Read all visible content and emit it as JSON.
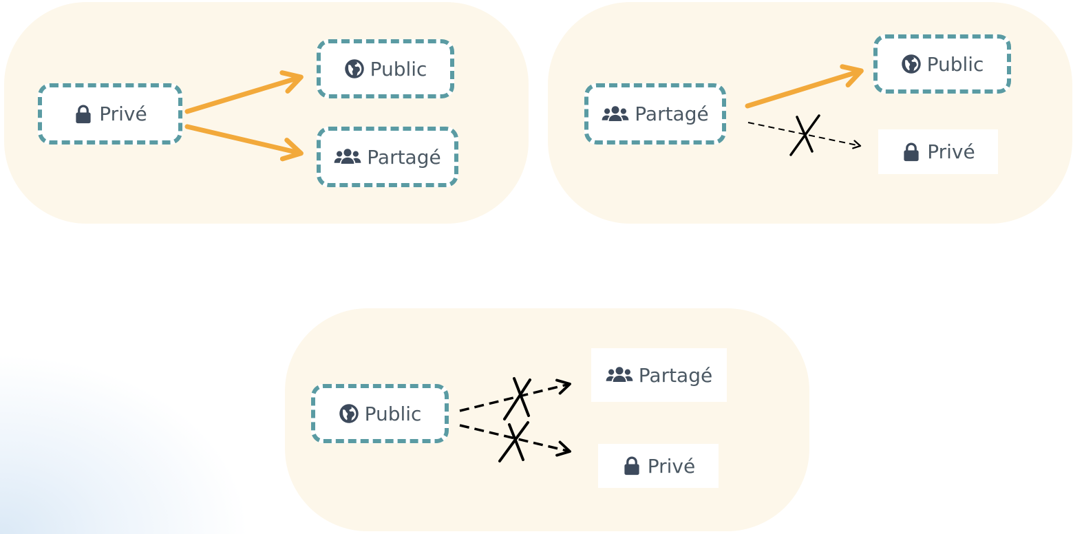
{
  "colors": {
    "panel_bg": "#fdf7ea",
    "selected_border": "#5a9ba3",
    "allowed_arrow": "#f2a93b",
    "forbidden_arrow": "#000000",
    "icon": "#3d4a5c",
    "text": "#4b5863"
  },
  "panels": {
    "prive": {
      "source": {
        "label": "Privé",
        "icon": "lock-icon"
      },
      "targets": [
        {
          "label": "Public",
          "icon": "globe-icon",
          "allowed": true
        },
        {
          "label": "Partagé",
          "icon": "users-icon",
          "allowed": true
        }
      ]
    },
    "partage": {
      "source": {
        "label": "Partagé",
        "icon": "users-icon"
      },
      "targets": [
        {
          "label": "Public",
          "icon": "globe-icon",
          "allowed": true
        },
        {
          "label": "Privé",
          "icon": "lock-icon",
          "allowed": false
        }
      ]
    },
    "public": {
      "source": {
        "label": "Public",
        "icon": "globe-icon"
      },
      "targets": [
        {
          "label": "Partagé",
          "icon": "users-icon",
          "allowed": false
        },
        {
          "label": "Privé",
          "icon": "lock-icon",
          "allowed": false
        }
      ]
    }
  }
}
